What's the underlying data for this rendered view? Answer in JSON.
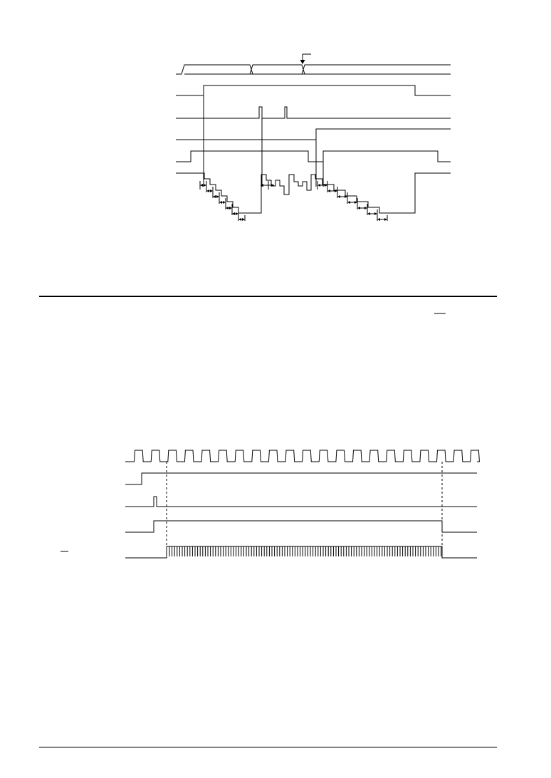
{
  "page": {
    "background": "#ffffff",
    "ink": "#000000"
  },
  "diagram_top": {
    "marker": "down-arrow-icon",
    "signals": [
      {
        "name": "bus-phases",
        "kind": "bus"
      },
      {
        "name": "signal-2",
        "kind": "level"
      },
      {
        "name": "signal-3",
        "kind": "pulses",
        "pulse_count": 2
      },
      {
        "name": "signal-4",
        "kind": "level"
      },
      {
        "name": "signal-5",
        "kind": "level"
      },
      {
        "name": "signal-6",
        "kind": "staircase"
      }
    ],
    "staircase_groups": 2
  },
  "diagram_bottom": {
    "clock_cycles": 20,
    "signals": [
      {
        "name": "clock",
        "kind": "clock"
      },
      {
        "name": "signal-2",
        "kind": "level"
      },
      {
        "name": "signal-3",
        "kind": "pulse"
      },
      {
        "name": "signal-4",
        "kind": "level"
      },
      {
        "name": "signal-5",
        "kind": "burst"
      }
    ],
    "markers": [
      "dashed-marker-start",
      "dashed-marker-end"
    ]
  }
}
